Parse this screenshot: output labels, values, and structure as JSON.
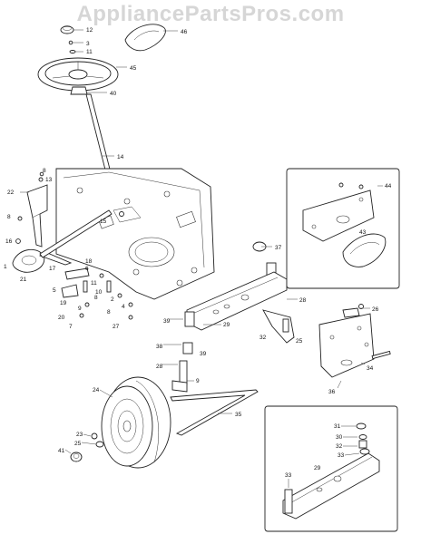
{
  "watermark": "AppliancePartsPros.com",
  "callouts": [
    "12",
    "46",
    "3",
    "11",
    "45",
    "40",
    "14",
    "8",
    "13",
    "22",
    "15",
    "37",
    "44",
    "43",
    "8",
    "16",
    "1",
    "21",
    "17",
    "18",
    "6",
    "5",
    "19",
    "10",
    "11",
    "8",
    "20",
    "9",
    "7",
    "2",
    "8",
    "4",
    "27",
    "26",
    "39",
    "29",
    "28",
    "38",
    "39",
    "32",
    "25",
    "28",
    "9",
    "34",
    "36",
    "24",
    "35",
    "23",
    "25",
    "41",
    "31",
    "30",
    "32",
    "33",
    "33",
    "29"
  ]
}
